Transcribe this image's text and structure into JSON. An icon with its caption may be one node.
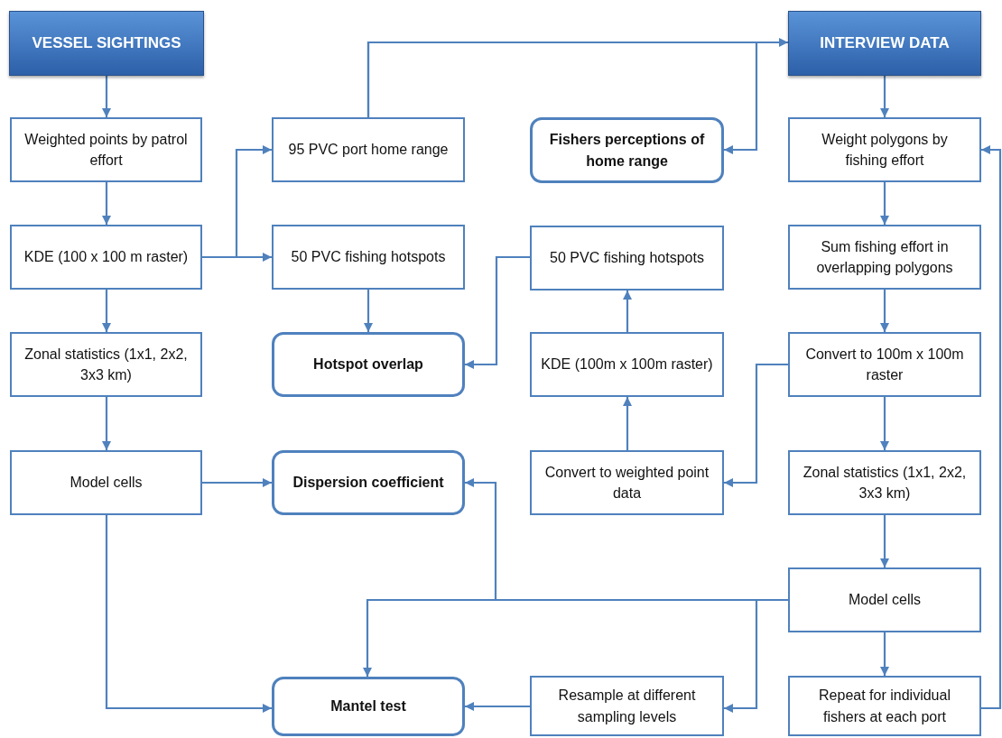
{
  "diagram": {
    "nodes": [
      {
        "text": [
          "VESSEL SIGHTINGS"
        ]
      },
      {
        "text": [
          "INTERVIEW DATA"
        ]
      },
      {
        "text": [
          "Weighted points by patrol effort"
        ]
      },
      {
        "text": [
          "95 PVC port home range"
        ]
      },
      {
        "text": [
          "Fishers perceptions of home range"
        ]
      },
      {
        "text": [
          "Weight polygons by fishing effort"
        ]
      },
      {
        "text": [
          "KDE (100 x 100 m raster)"
        ]
      },
      {
        "text": [
          "50 PVC fishing hotspots"
        ]
      },
      {
        "text": [
          "50 PVC fishing hotspots"
        ]
      },
      {
        "text": [
          "Sum fishing effort in overlapping polygons"
        ]
      },
      {
        "text": [
          "Zonal statistics (1x1, 2x2, 3x3 km)"
        ]
      },
      {
        "text": [
          "Hotspot overlap"
        ]
      },
      {
        "text": [
          "KDE (100m x 100m raster)"
        ]
      },
      {
        "text": [
          "Convert to 100m x 100m raster"
        ]
      },
      {
        "text": [
          "Model cells"
        ]
      },
      {
        "text": [
          "Dispersion coefficient"
        ]
      },
      {
        "text": [
          "Convert to weighted point data"
        ]
      },
      {
        "text": [
          "Zonal statistics (1x1, 2x2, 3x3 km)"
        ]
      },
      {
        "text": [
          "Model cells"
        ]
      },
      {
        "text": [
          "Mantel test"
        ]
      },
      {
        "text": [
          "Resample at different sampling levels"
        ]
      },
      {
        "text": [
          "Repeat for individual fishers at each port"
        ]
      }
    ],
    "edges": [
      {
        "from": 0,
        "to": 2,
        "arrow": "to"
      },
      {
        "from": 2,
        "to": 6,
        "arrow": "to"
      },
      {
        "from": 6,
        "to": 3,
        "arrow": "to"
      },
      {
        "from": 6,
        "to": 7,
        "arrow": "to"
      },
      {
        "from": 6,
        "to": 10,
        "arrow": "to"
      },
      {
        "from": 10,
        "to": 14,
        "arrow": "to"
      },
      {
        "from": 3,
        "to": 1,
        "arrow": "to"
      },
      {
        "from": 3,
        "to": 4,
        "arrow": "to"
      },
      {
        "from": 7,
        "to": 11,
        "arrow": "to"
      },
      {
        "from": 1,
        "to": 5,
        "arrow": "to"
      },
      {
        "from": 5,
        "to": 9,
        "arrow": "to"
      },
      {
        "from": 9,
        "to": 13,
        "arrow": "to"
      },
      {
        "from": 13,
        "to": 16,
        "arrow": "to"
      },
      {
        "from": 16,
        "to": 12,
        "arrow": "to"
      },
      {
        "from": 12,
        "to": 8,
        "arrow": "to"
      },
      {
        "from": 8,
        "to": 11,
        "arrow": "to"
      },
      {
        "from": 13,
        "to": 17,
        "arrow": "to"
      },
      {
        "from": 14,
        "to": 15,
        "arrow": "to"
      },
      {
        "from": 17,
        "to": 18,
        "arrow": "to"
      },
      {
        "from": 18,
        "to": 21,
        "arrow": "to"
      },
      {
        "from": 18,
        "to": 15,
        "arrow": "to"
      },
      {
        "from": 18,
        "to": 19,
        "arrow": "to"
      },
      {
        "from": 18,
        "to": 20,
        "arrow": "to"
      },
      {
        "from": 20,
        "to": 19,
        "arrow": "to"
      },
      {
        "from": 14,
        "to": 19,
        "arrow": "to"
      },
      {
        "from": 21,
        "to": 5,
        "arrow": "to"
      }
    ]
  }
}
